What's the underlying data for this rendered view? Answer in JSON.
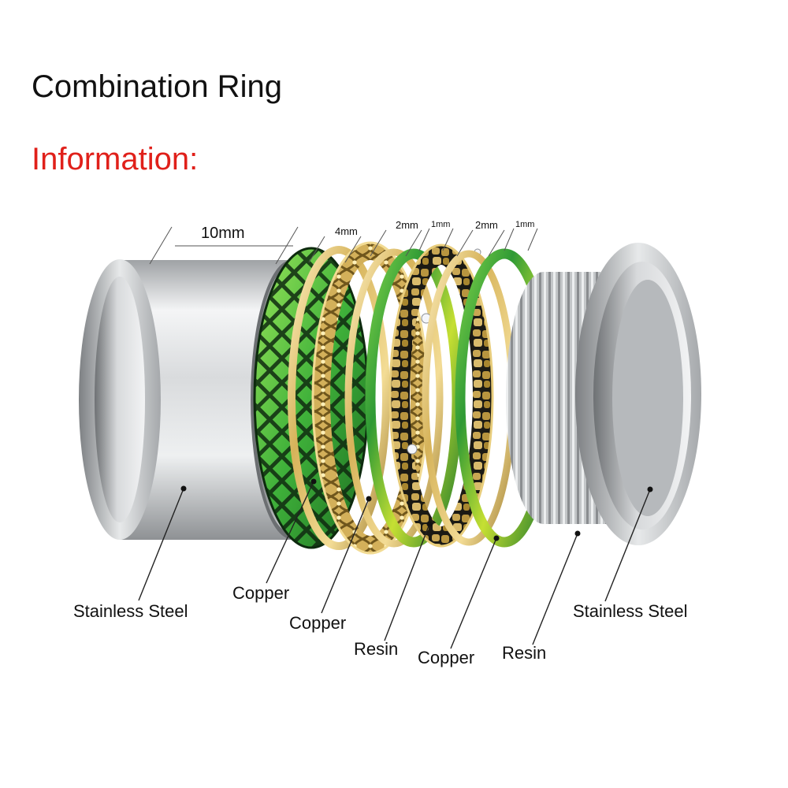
{
  "header": {
    "title": "Combination Ring",
    "subtitle": "Information:",
    "subtitle_color": "#e0201a"
  },
  "dimensions": {
    "d1": "10mm",
    "d2": "4mm",
    "d3": "2mm",
    "d4": "1mm",
    "d5": "2mm",
    "d6": "1mm"
  },
  "materials": {
    "m1": "Stainless Steel",
    "m2": "Copper",
    "m3": "Copper",
    "m4": "Resin",
    "m5": "Copper",
    "m6": "Resin",
    "m7": "Stainless Steel"
  },
  "colors": {
    "steel": "#c9cbcd",
    "gold": "#d6b35a",
    "resin": "#2f9a35"
  }
}
